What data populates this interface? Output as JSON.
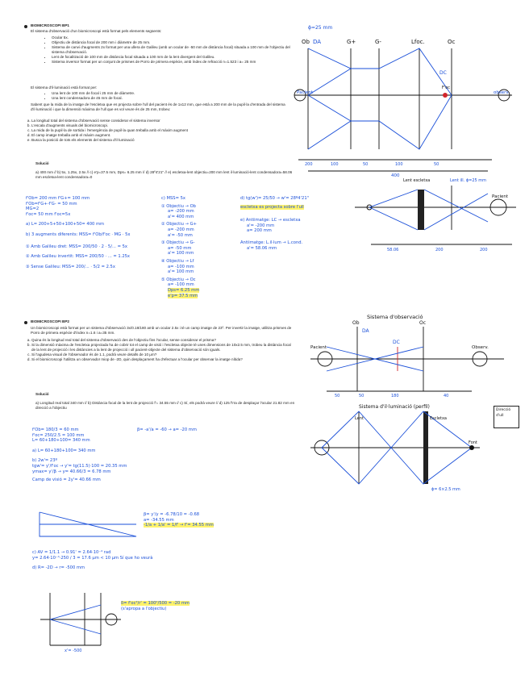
{
  "bp1": {
    "title": "BIOMICROSCOPI BP1",
    "intro": "El sistema d'observació d'un biomicroscopi està format pels elements següents:",
    "observation_items": [
      "Ocular 5x.",
      "Objectiu de distància focal de 200 mm i diàmetre de 25 mm.",
      "Sistema de canvi d'augments 2x format per una ullera de Galileu (amb un ocular de -50 mm de distància focal) situada a 100 mm de l'objectiu del sistema d'observació.",
      "Lent de focalització de 100 mm de distància focal situada a 100 mm de la lent divergent del Galileu.",
      "Sistema inversor format per un conjunt de prismes de Porro de primera espècie, amb índex de refracció n=1.523 i a= 25 mm"
    ],
    "illum_intro": "El sistema d'il·luminació està format per:",
    "illum_items": [
      "Una lent de 100 mm de focal i 25 mm de diàmetre.",
      "Una lent condensadora de 45 mm de focal."
    ],
    "statement": "Sabent que la mida de la imatge de l'escletxa que es projecta sobre l'ull del pacient és de 1x12 mm, que està a 200 mm de la pupil·la d'entrada del sistema d'il·luminació i que la dimensió màxima de l'ull que es vol veure és de 25 mm, trobeu:",
    "questions": [
      "La longitud total del sistema d'observació sense considerar el sistema inversor",
      "L'escala d'augments visuals del biomicroscopi.",
      "La mida de la pupil·la de sortida i l'emergència de pupil·la quan treballa amb el màxim augment",
      "El camp imatge treballa amb el màxim augment.",
      "Busca la posició de tots els elements del sistema d'il·luminació"
    ],
    "solution_title": "Solució",
    "solution_text": "a) 400 mm // b) 5x, 1.25x, 2.5x // c) e'p=37.5 mm, Dps= 6.25 mm // d) 28º4'21'' // e) escletxa-lent objectiu=200 mm lent il·luminació-lent condensadora=58.06 mm escletxa-lent condensadora=0",
    "diagram_labels": {
      "phi": "ϕ=25 mm",
      "obj": "Ob",
      "da": "DA",
      "g_plus": "G+",
      "g_minus": "G-",
      "lfoc": "Lfoc.",
      "oc": "Oc",
      "patient": "Pacient",
      "observer": "observ.",
      "dc": "DC",
      "fc": "F'oc",
      "dims": [
        "200",
        "100",
        "50",
        "100",
        "50"
      ],
      "total": "400"
    },
    "notes_col1": [
      "f'Ob= 200 mm  f'G+= 100 mm",
      "f'Ob=f'G+-f'G- = 50 mm",
      "MG=2",
      "f'oc= 50 mm  f'oc=5x",
      "a) L= 200+5+50+100+50= 400 mm",
      "b) 3 augments diferents: MSS= f'Ob/f'oc · MG · 5x",
      "① Amb Galileu dret: MSS= 200/50 · 2 · 5/... = 5x",
      "② Amb Galileu invertit: MSS= 200/50 · ... = 1.25x",
      "③ Sense Galileu: MSS= 200/... · 5/2 = 2.5x"
    ],
    "notes_col2": [
      "c) MSS= 5x",
      "① Objectiu → Ob",
      "a= -200 mm",
      "a'= 400 mm",
      "② Objectiu → G+",
      "a= -200 mm",
      "a'= -50 mm",
      "③ Objectiu → G-",
      "a= -50 mm",
      "a'= 100 mm",
      "④ Objectiu → Lf",
      "a= -100 mm",
      "a'= 100 mm",
      "⑤ Objectiu → Oc",
      "a= -100 mm",
      "Dps= 6.25 mm ",
      "e'p= 37.5 mm"
    ],
    "notes_col3": [
      "d) tg(w')= 25/50 → w'= 28º4'21''",
      "escletxa es projecta sobre l'ull",
      "e) Antiimatge: LC → escletxa",
      "a'= -200 mm",
      "a= 200 mm",
      "a'= 58.06 mm",
      "Antiimatge: L.il·lum → L.cond."
    ],
    "illum_diag": {
      "lens_escletxa": "Lent escletxa",
      "lens_ill": "Lent ill. ϕ=25 mm",
      "patient": "Pacient",
      "dims": [
        "58.06",
        "200",
        "200"
      ]
    }
  },
  "bp2": {
    "title": "BIOMICROSCOPI BP2",
    "intro": "Un biomicroscopi està format per un sistema d'observació 3x/0.18/180 amb un ocular 2.5x i té un camp imatge de 23º. Per invertir la imatge, utilitza prismes de Porro de primera espècie d'índex n=1.6 i a=35 mm.",
    "questions": [
      "Quina és la longitud real total del sistema d'observació des de l'objectiu fins l'ocular, sense considerar el prisma?",
      "Si la dimensió màxima de l'escletxa projectada ha de cobrir tot el camp de visió i l'escletxa objecte té unes dimensions de 10x2.5 mm, trobeu la distància focal de la lent de projecció i les distàncies a la lent de projecció i ull pacient-objecte del sistema d'observació són iguals.",
      "Si l'agudesa visual de l'observador és de 1.1, podrà veure detalls de 10 μm?",
      "Si el biomicroscopi l'utilitza un observador miop de -2D, quin desplaçament ha d'efectuar a l'ocular per observar la imatge nítida?"
    ],
    "solution_title": "Solució",
    "solution_text": "a) Longitud real total 340 mm // b) Distància focal de la lent de projecció f'= 34.55 mm // c) Sí, els podrà veure // d) 125 f'rra de desplaçar l'ocular 21.82 mm en direcció a l'objectiu",
    "diagram_labels": {
      "title": "Sistema d'observació",
      "obj": "Ob",
      "da": "DA",
      "oc": "Oc",
      "dc": "DC",
      "patient": "Pacient",
      "observer": "Observ.",
      "dims": [
        "50",
        "50",
        "180",
        "40"
      ],
      "ill_title": "Sistema d'il·luminació (perfil)",
      "lens": "Lent",
      "escletxa": "Escletxa",
      "focus": "Font",
      "arrow": "Direcció d'ull",
      "phi": "ϕ= 6×2.5 mm"
    },
    "notes": [
      "f'Ob= 180/3 = 60 mm",
      "f'oc= 250/2.5 = 100 mm",
      "L= 60+180+100= 340 mm",
      "β= -a'/a = -60 → a= -20 mm",
      "a) L= 60+180+100= 340 mm",
      "b) 2w'= 23º",
      "tgw'= y'/f'oc → y'= tg(11.5)·100 = 20.35 mm",
      "Camp de visió = 2y'= 40.66 mm",
      "ymax= y'/β → y= 40.66/3 = 6.78 mm",
      "β= y'/y = -6.78/10 = -0.68",
      "a= -34.55 mm",
      "-1/a + 1/a' = 1/f' → f'= 34.55 mm",
      "c) AV = 1/1.1 → 0.91' = 2.64·10⁻⁴ rad",
      "y= 2.64·10⁻⁴·250 / 3 = 17.6 μm < 10 μm  Sí que ho veurà",
      "d) R= -2D → r= -500 mm",
      "δ= f'oc²/r' = 100²/500 = -20 mm",
      "(s'apropa a l'objectiu)",
      "x'= -500"
    ]
  }
}
